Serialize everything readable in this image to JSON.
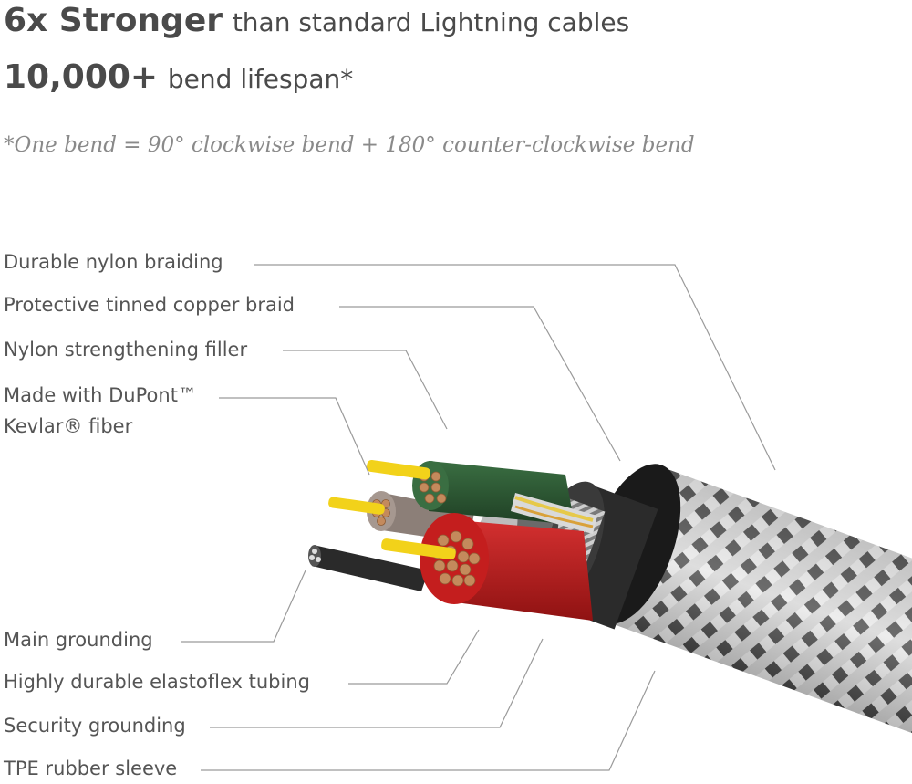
{
  "headline": {
    "line1_bold": "6x Stronger",
    "line1_rest": "than standard Lightning cables",
    "line2_bold": "10,000+",
    "line2_rest": "bend lifespan*"
  },
  "footnote": "*One bend = 90° clockwise bend + 180° counter-clockwise bend",
  "labels": {
    "nylon_braiding": "Durable nylon braiding",
    "copper_braid": "Protective tinned copper braid",
    "nylon_filler": "Nylon strengthening filler",
    "kevlar_line1": "Made with DuPont™",
    "kevlar_line2": "Kevlar® fiber",
    "main_grounding": "Main grounding",
    "elastoflex": "Highly durable elastoflex tubing",
    "security_grounding": "Security grounding",
    "tpe_sleeve": "TPE rubber sleeve"
  },
  "colors": {
    "red_wire": "#c41e1e",
    "green_wire": "#2f5a35",
    "copper_core": "#c48a5c",
    "gold_tip": "#f2d21a",
    "leader_line": "#9a9a9a"
  }
}
